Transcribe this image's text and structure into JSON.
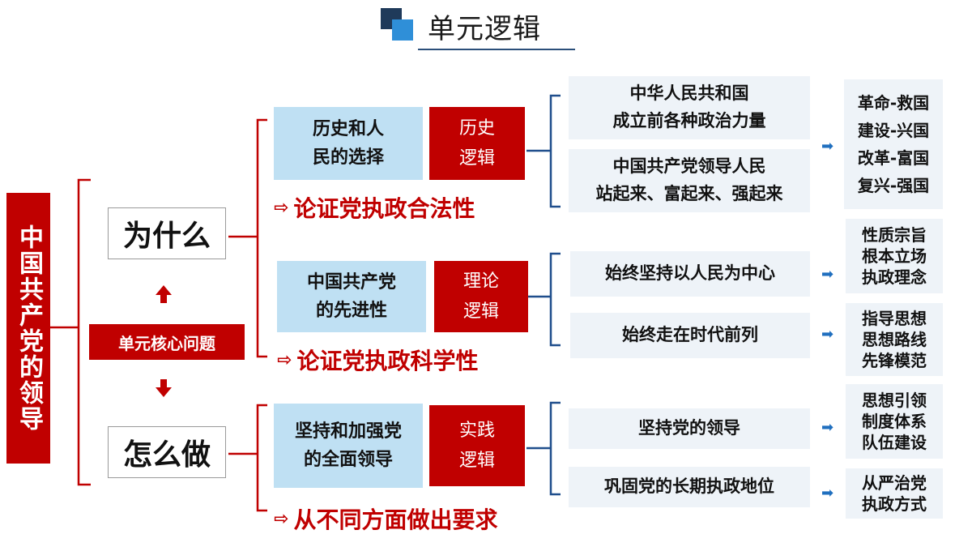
{
  "title": "单元逻辑",
  "main_topic": "中国共产党的领导",
  "core_question_label": "单元核心问题",
  "questions": {
    "why": "为什么",
    "how": "怎么做"
  },
  "branches": [
    {
      "topic": "历史和人\n民的选择",
      "logic": "历史\n逻辑",
      "conclusion": "论证党执政合法性",
      "items": [
        {
          "text": "中华人民共和国\n成立前各种政治力量"
        },
        {
          "text": "中国共产党领导人民\n站起来、富起来、强起来"
        }
      ],
      "results": [
        [
          "革命-救国",
          "建设-兴国",
          "改革-富国",
          "复兴-强国"
        ]
      ]
    },
    {
      "topic": "中国共产党\n的先进性",
      "logic": "理论\n逻辑",
      "conclusion": "论证党执政科学性",
      "items": [
        {
          "text": "始终坚持以人民为中心"
        },
        {
          "text": "始终走在时代前列"
        }
      ],
      "results": [
        [
          "性质宗旨",
          "根本立场",
          "执政理念"
        ],
        [
          "指导思想",
          "思想路线",
          "先锋模范"
        ]
      ]
    },
    {
      "topic": "坚持和加强党\n的全面领导",
      "logic": "实践\n逻辑",
      "conclusion": "从不同方面做出要求",
      "items": [
        {
          "text": "坚持党的领导"
        },
        {
          "text": "巩固党的长期执政地位"
        }
      ],
      "results": [
        [
          "思想引领",
          "制度体系",
          "队伍建设"
        ],
        [
          "从严治党",
          "执政方式"
        ]
      ]
    }
  ],
  "icons": {
    "arrow_up": "arrow-up-icon",
    "arrow_down": "arrow-down-icon",
    "hollow_arrow": "hollow-arrow-icon",
    "blue_arrow": "blue-arrow-icon"
  },
  "colors": {
    "red": "#c00000",
    "light_blue": "#bfe0f3",
    "pale": "#eef3f8",
    "navy": "#1f3a5a",
    "accent_blue": "#2f8fd8",
    "bracket_blue": "#1f4e8c"
  }
}
